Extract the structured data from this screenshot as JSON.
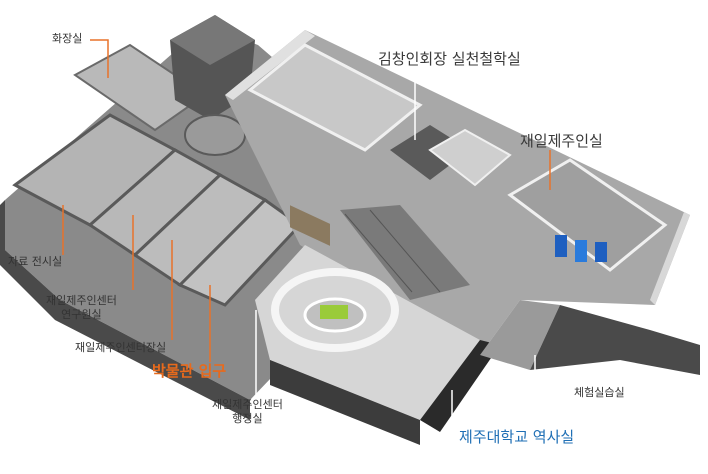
{
  "labels": {
    "restroom": "화장실",
    "founder_room": "김창인회장 실천철학실",
    "zainichi_room": "재일제주인실",
    "archive_room": "자료 전시실",
    "research_line1": "재일제주인센터",
    "research_line2": "연구원실",
    "director_room": "재일제주인센터장실",
    "museum_entrance": "박물관 입구",
    "admin_line1": "재일제주인센터",
    "admin_line2": "행정실",
    "experience_room": "체험실습실",
    "university_history": "제주대학교 역사실"
  },
  "colors": {
    "leader_orange": "#e8722a",
    "leader_white": "#ffffff",
    "accent_blue": "#1f6fb5",
    "floor_gray": "#a9a9a9",
    "wall_gray": "#5e5e5e"
  }
}
